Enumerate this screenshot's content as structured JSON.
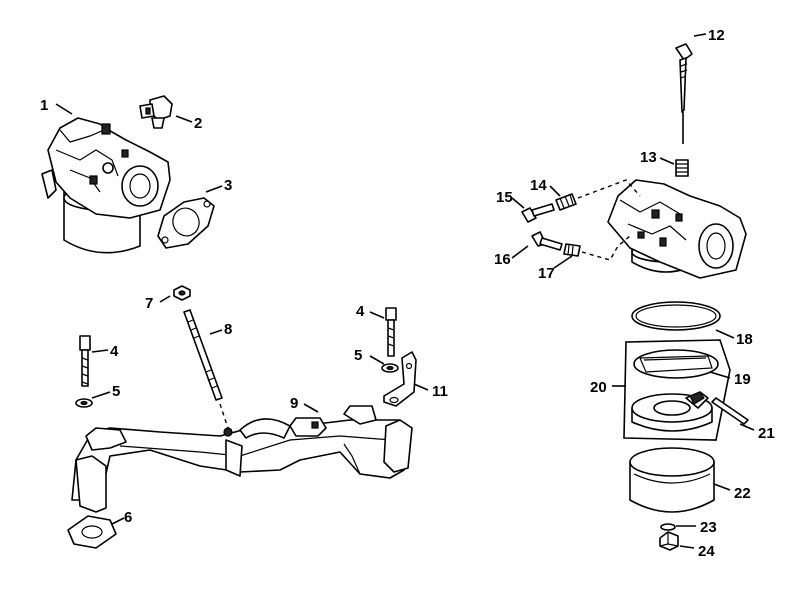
{
  "diagram": {
    "callouts": {
      "c1": "1",
      "c2": "2",
      "c3": "3",
      "c4a": "4",
      "c5a": "5",
      "c6": "6",
      "c7": "7",
      "c8": "8",
      "c9": "9",
      "c4b": "4",
      "c5b": "5",
      "c11": "11",
      "c12": "12",
      "c13": "13",
      "c14": "14",
      "c15": "15",
      "c16": "16",
      "c17": "17",
      "c18": "18",
      "c19": "19",
      "c20": "20",
      "c21": "21",
      "c22": "22",
      "c23": "23",
      "c24": "24"
    }
  }
}
